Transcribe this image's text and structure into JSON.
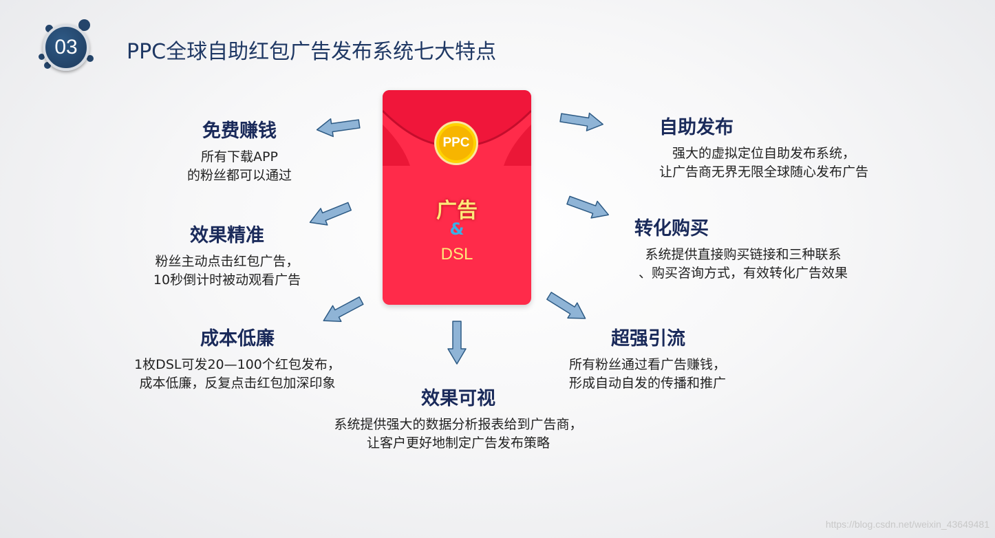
{
  "header": {
    "number": "03",
    "title": "PPC全球自助红包广告发布系统七大特点"
  },
  "envelope": {
    "coin_text": "PPC",
    "line1": "广告",
    "line2": "&",
    "line3": "DSL"
  },
  "features": {
    "free_earn": {
      "title": "免费赚钱",
      "desc": [
        "所有下载APP",
        "的粉丝都可以通过"
      ]
    },
    "precise": {
      "title": "效果精准",
      "desc": [
        "粉丝主动点击红包广告，",
        "10秒倒计时被动观看广告"
      ]
    },
    "low_cost": {
      "title": "成本低廉",
      "desc": [
        "1枚DSL可发20—100个红包发布，",
        "成本低廉，反复点击红包加深印象"
      ]
    },
    "visible": {
      "title": "效果可视",
      "desc": [
        "系统提供强大的数据分析报表给到广告商，",
        "让客户更好地制定广告发布策略"
      ]
    },
    "self_publish": {
      "title": "自助发布",
      "desc": [
        "强大的虚拟定位自助发布系统，",
        "让广告商无界无限全球随心发布广告"
      ]
    },
    "conversion": {
      "title": "转化购买",
      "desc": [
        "系统提供直接购买链接和三种联系",
        "、购买咨询方式，有效转化广告效果"
      ]
    },
    "traffic": {
      "title": "超强引流",
      "desc": [
        "所有粉丝通过看广告赚钱，",
        "形成自动自发的传播和推广"
      ]
    }
  },
  "watermark": "https://blog.csdn.net/weixin_43649481",
  "colors": {
    "title": "#1f3864",
    "envelope": "#ff2b4a",
    "arrow_fill": "#8fb4d6",
    "arrow_stroke": "#2d5a84"
  }
}
